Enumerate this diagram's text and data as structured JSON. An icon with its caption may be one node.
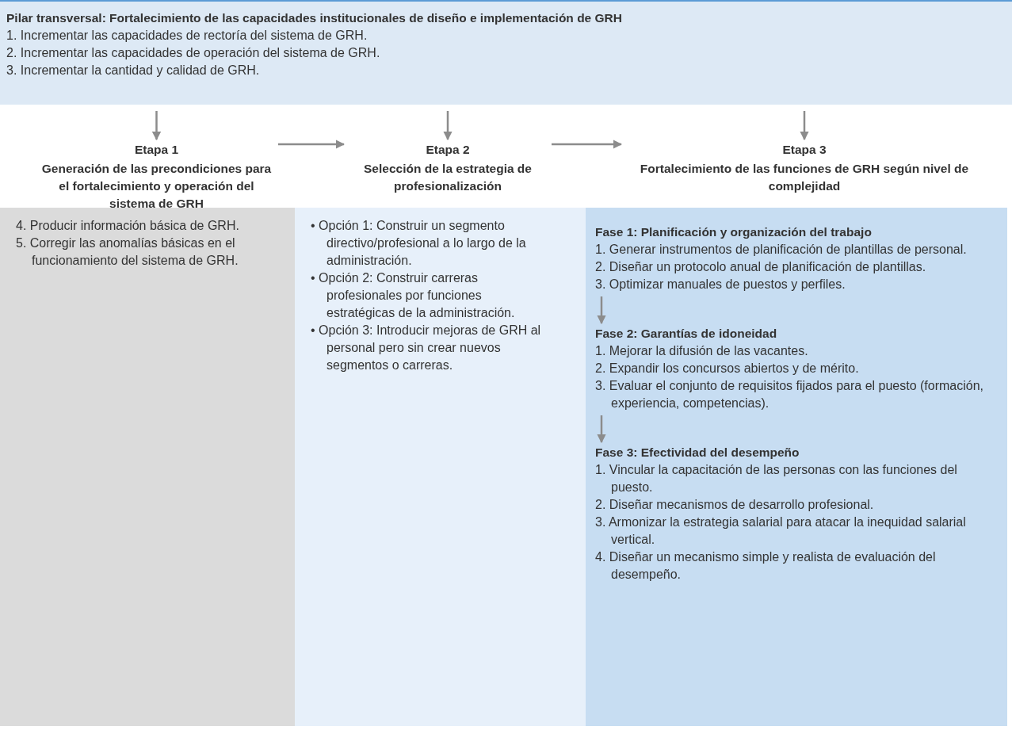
{
  "diagram": {
    "nodes": [
      {
        "text": [
          "Pilar transversal: Fortalecimiento de las capacidades institucionales de diseño e implementación de GRH",
          "1. Incrementar las capacidades de rectoría del sistema de GRH.",
          "2. Incrementar las capacidades de operación del sistema de GRH.",
          "3. Incrementar la cantidad y calidad de GRH."
        ]
      },
      {
        "text": [
          "Etapa 1",
          "Generación de las precondiciones para el fortalecimiento y operación del sistema de GRH"
        ]
      },
      {
        "text": [
          "Etapa 2",
          "Selección de la estrategia de profesionalización"
        ]
      },
      {
        "text": [
          "Etapa 3",
          "Fortalecimiento de las funciones de GRH según nivel de complejidad"
        ]
      },
      {
        "text": [
          "4. Producir información básica de GRH.",
          "5. Corregir las anomalías básicas en el funcionamiento del sistema de GRH."
        ]
      },
      {
        "text": [
          "• Opción 1: Construir un segmento directivo/profesional a lo largo de la administración.",
          "• Opción 2: Construir carreras profesionales por funciones estratégicas de la administración.",
          "• Opción 3: Introducir mejoras de GRH al personal pero sin crear nuevos segmentos o carreras."
        ]
      },
      {
        "text": [],
        "shape": "box"
      },
      {
        "text": [
          "Fase 1: Planificación y organización del trabajo",
          "1. Generar instrumentos de planificación de plantillas de personal.",
          "2. Diseñar un protocolo anual de planificación de plantillas.",
          "3. Optimizar manuales de puestos y perfiles."
        ],
        "in": 6
      },
      {
        "text": [
          "Fase 2: Garantías de idoneidad",
          "1. Mejorar la difusión de las vacantes.",
          "2. Expandir los concursos abiertos y de mérito.",
          "3. Evaluar el conjunto de requisitos fijados para el puesto (formación, experiencia, competencias)."
        ],
        "in": 6
      },
      {
        "text": [
          "Fase 3: Efectividad del desempeño",
          "1. Vincular la capacitación de las personas con las funciones del puesto.",
          "2. Diseñar mecanismos de desarrollo profesional.",
          "3. Armonizar la estrategia salarial para atacar la inequidad salarial vertical.",
          "4. Diseñar un mecanismo simple y realista de evaluación del desempeño."
        ],
        "in": 6
      }
    ],
    "edges": [
      {
        "from": 0,
        "to": 1,
        "arrow": "to"
      },
      {
        "from": 0,
        "to": 2,
        "arrow": "to"
      },
      {
        "from": 0,
        "to": 3,
        "arrow": "to"
      },
      {
        "from": 1,
        "to": 2,
        "arrow": "to"
      },
      {
        "from": 2,
        "to": 3,
        "arrow": "to"
      },
      {
        "from": 7,
        "to": 8,
        "arrow": "to"
      },
      {
        "from": 8,
        "to": 9,
        "arrow": "to"
      }
    ]
  }
}
